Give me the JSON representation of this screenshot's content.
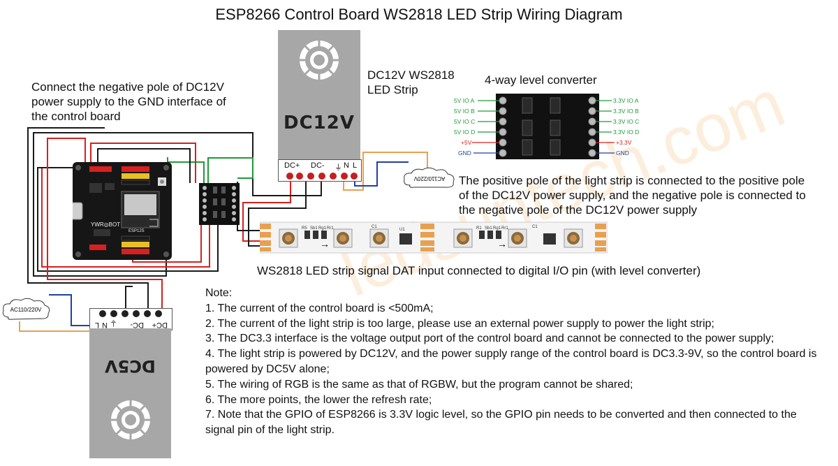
{
  "title": "ESP8266 Control Board WS2818 LED Strip Wiring Diagram",
  "labels": {
    "led_strip": [
      "DC12V WS2818",
      "LED Strip"
    ],
    "converter": "4-way level converter",
    "gnd_note": [
      "Connect the negative pole of DC12V",
      "power supply to the GND interface of",
      "the control board"
    ],
    "strip_power": [
      "The positive pole of the light strip is connected to the positive pole",
      "of the DC12V power supply, and the negative pole is connected to",
      "the negative pole of the DC12V power supply"
    ],
    "signal": "WS2818 LED strip signal DAT input connected to digital I/O pin (with level converter)"
  },
  "psu12": {
    "name": "DC12V",
    "terminals": [
      "DC+",
      "DC-",
      "⏚",
      "N",
      "L"
    ],
    "ac_input": "AC110/220V"
  },
  "psu5": {
    "name": "DC5V",
    "terminals": [
      "L",
      "N",
      "⏚",
      "DC-",
      "DC+"
    ],
    "ac_input": "AC110/220V"
  },
  "converter_pins": {
    "left": [
      "5V IO A",
      "5V IO B",
      "5V IO C",
      "5V IO D",
      "+5V",
      "GND"
    ],
    "right": [
      "3.3V IO A",
      "3.3V IO B",
      "3.3V IO C",
      "3.3V IO D",
      "+3.3V",
      "GND"
    ]
  },
  "board": {
    "brand": "YWR◎BOT",
    "module": "ESP12S"
  },
  "strip_components": [
    "R5",
    "Sb1",
    "Rg1",
    "Rr1",
    "C1",
    "U1",
    "R1",
    "Sb1",
    "Rg1",
    "Rr1",
    "C1"
  ],
  "notes": [
    "Note:",
    "1. The current of the control board is <500mA;",
    "2. The current of the light strip is too large, please use an external power supply to power the light strip;",
    "3. The DC3.3 interface is the voltage output port of the control board and cannot be connected to the power supply;",
    "4. The light strip is powered by DC12V, and the power supply range of the control board is DC3.3-9V, so the control board is powered by DC5V alone;",
    "5. The wiring of RGB is the same as that of RGBW, but the program cannot be shared;",
    "6. The more points, the lower the refresh rate;",
    "7. Note that the GPIO of ESP8266 is 3.3V logic level, so the GPIO pin needs to be converted and then connected to the signal pin of the light strip."
  ],
  "watermark": "ledsuntech.com",
  "colors": {
    "wire_red": "#d6201f",
    "wire_black": "#1a1a1a",
    "wire_green": "#1f9a3a",
    "wire_blue": "#1f3fa8",
    "wire_orange": "#e8a050",
    "psu_gray": "#a7a7a7",
    "strip_white": "#f4f4f4",
    "pad_orange": "#e8a050"
  }
}
